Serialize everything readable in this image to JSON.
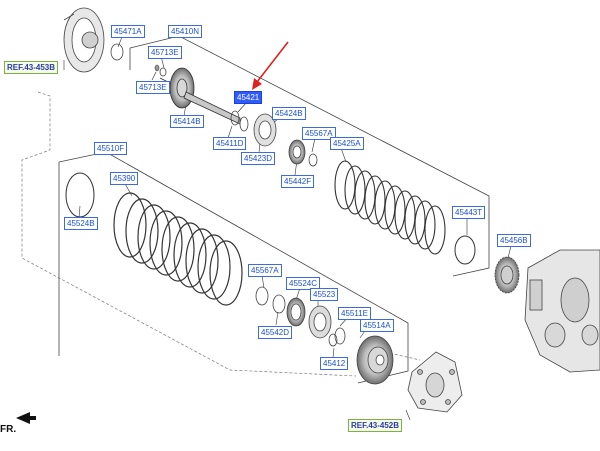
{
  "labels": {
    "l45471A": "45471A",
    "l45410N": "45410N",
    "l45713E_a": "45713E",
    "l45713E_b": "45713E",
    "l45414B": "45414B",
    "l45421": "45421",
    "l45424B": "45424B",
    "l45411D": "45411D",
    "l45423D": "45423D",
    "l45567A_a": "45567A",
    "l45425A": "45425A",
    "l45442F": "45442F",
    "l45443T": "45443T",
    "l45456B": "45456B",
    "l45510F": "45510F",
    "l45390": "45390",
    "l45524B": "45524B",
    "l45567A_b": "45567A",
    "l45524C": "45524C",
    "l45523": "45523",
    "l45511E": "45511E",
    "l45514A": "45514A",
    "l45542D": "45542D",
    "l45412": "45412"
  },
  "refs": {
    "ref_top": "REF.43-453B",
    "ref_bottom": "REF.43-452B"
  },
  "direction_label": "FR.",
  "colors": {
    "label_text": "#1a4fd6",
    "label_border": "#3d6ae0",
    "ref_border": "#7bb243",
    "selected_fill": "#2f5cff",
    "pointer_arrow": "#e02020",
    "line": "#333333"
  }
}
